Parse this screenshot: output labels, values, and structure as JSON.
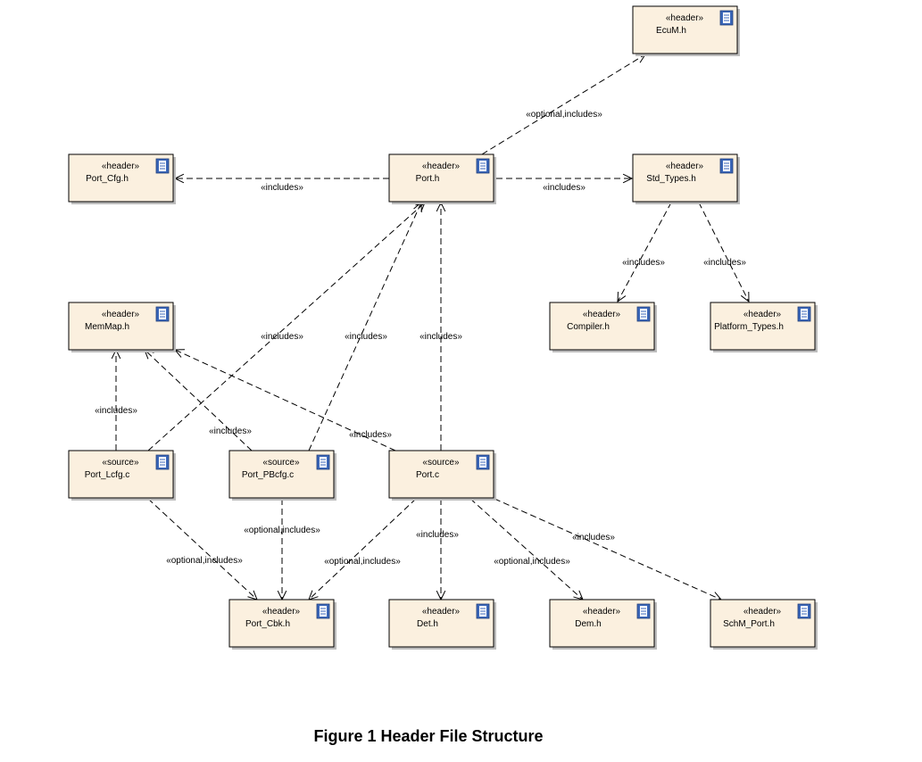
{
  "caption": "Figure 1 Header File Structure",
  "nodes": [
    {
      "id": "ecum",
      "stereotype": "«header»",
      "name": "EcuM.h"
    },
    {
      "id": "port_cfg",
      "stereotype": "«header»",
      "name": "Port_Cfg.h"
    },
    {
      "id": "port_h",
      "stereotype": "«header»",
      "name": "Port.h"
    },
    {
      "id": "std_types",
      "stereotype": "«header»",
      "name": "Std_Types.h"
    },
    {
      "id": "memmap",
      "stereotype": "«header»",
      "name": "MemMap.h"
    },
    {
      "id": "compiler",
      "stereotype": "«header»",
      "name": "Compiler.h"
    },
    {
      "id": "platform",
      "stereotype": "«header»",
      "name": "Platform_Types.h"
    },
    {
      "id": "lcfg",
      "stereotype": "«source»",
      "name": "Port_Lcfg.c"
    },
    {
      "id": "pbcfg",
      "stereotype": "«source»",
      "name": "Port_PBcfg.c"
    },
    {
      "id": "port_c",
      "stereotype": "«source»",
      "name": "Port.c"
    },
    {
      "id": "cbk",
      "stereotype": "«header»",
      "name": "Port_Cbk.h"
    },
    {
      "id": "det",
      "stereotype": "«header»",
      "name": "Det.h"
    },
    {
      "id": "dem",
      "stereotype": "«header»",
      "name": "Dem.h"
    },
    {
      "id": "schm",
      "stereotype": "«header»",
      "name": "SchM_Port.h"
    }
  ],
  "edges": [
    {
      "from": "port_h",
      "to": "ecum",
      "label": "«optional,includes»"
    },
    {
      "from": "port_h",
      "to": "port_cfg",
      "label": "«includes»"
    },
    {
      "from": "port_h",
      "to": "std_types",
      "label": "«includes»"
    },
    {
      "from": "std_types",
      "to": "compiler",
      "label": "«includes»"
    },
    {
      "from": "std_types",
      "to": "platform",
      "label": "«includes»"
    },
    {
      "from": "lcfg",
      "to": "port_h",
      "label": "«includes»"
    },
    {
      "from": "pbcfg",
      "to": "port_h",
      "label": "«includes»"
    },
    {
      "from": "port_c",
      "to": "port_h",
      "label": "«includes»"
    },
    {
      "from": "lcfg",
      "to": "memmap",
      "label": "«includes»"
    },
    {
      "from": "pbcfg",
      "to": "memmap",
      "label": "«includes»"
    },
    {
      "from": "port_c",
      "to": "memmap",
      "label": "«includes»"
    },
    {
      "from": "lcfg",
      "to": "cbk",
      "label": "«optional,includes»"
    },
    {
      "from": "pbcfg",
      "to": "cbk",
      "label": "«optional,includes»"
    },
    {
      "from": "port_c",
      "to": "cbk",
      "label": "«optional,includes»"
    },
    {
      "from": "port_c",
      "to": "det",
      "label": "«includes»"
    },
    {
      "from": "port_c",
      "to": "dem",
      "label": "«optional,includes»"
    },
    {
      "from": "port_c",
      "to": "schm",
      "label": "«includes»"
    }
  ]
}
